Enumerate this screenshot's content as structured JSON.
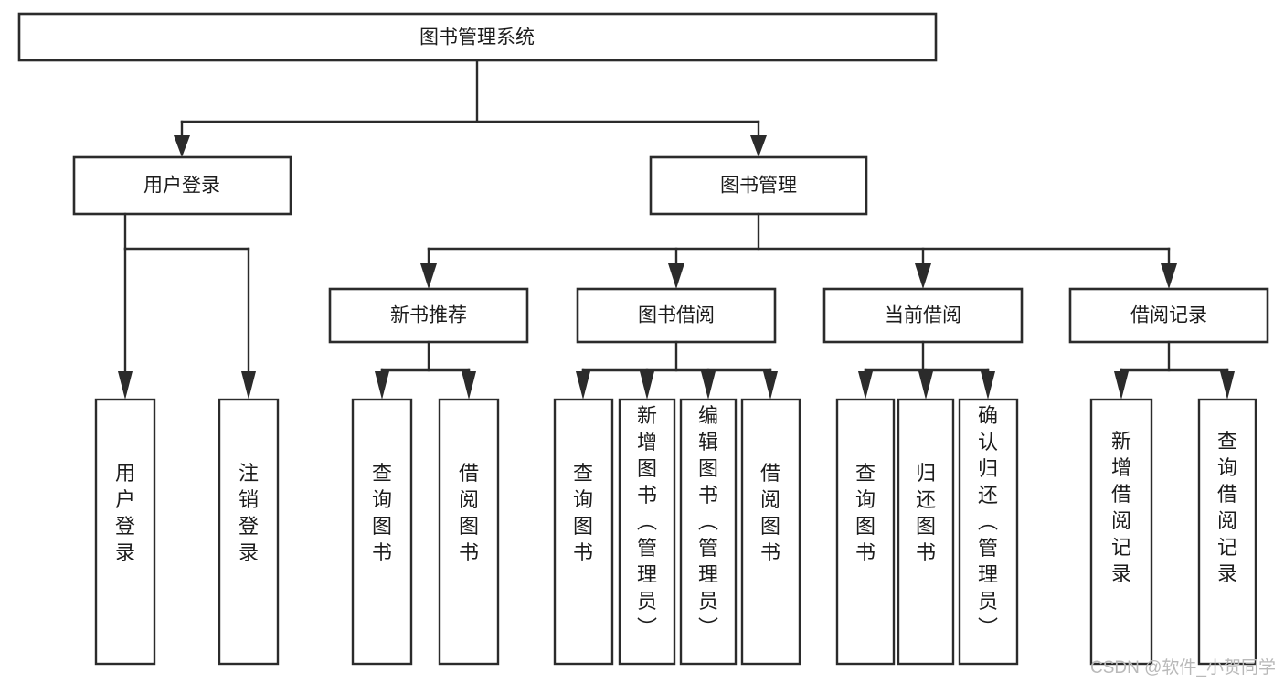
{
  "diagram": {
    "type": "tree",
    "title": "图书管理系统",
    "orientation": "top-down",
    "watermark": "CSDN @软件_小贺同学",
    "colors": {
      "stroke": "#2b2b2b",
      "fill": "#ffffff",
      "text": "#1c1c1c",
      "watermark": "#b9b9b9",
      "background": "#ffffff"
    },
    "root": {
      "label": "图书管理系统",
      "level": 0
    },
    "level1": [
      {
        "id": "user-login",
        "label": "用户登录"
      },
      {
        "id": "book-manage",
        "label": "图书管理"
      }
    ],
    "level2": [
      {
        "id": "new-book-recommend",
        "label": "新书推荐",
        "parent": "book-manage"
      },
      {
        "id": "book-borrow",
        "label": "图书借阅",
        "parent": "book-manage"
      },
      {
        "id": "current-borrow",
        "label": "当前借阅",
        "parent": "book-manage"
      },
      {
        "id": "borrow-record",
        "label": "借阅记录",
        "parent": "book-manage"
      }
    ],
    "leaves": {
      "user-login": [
        {
          "id": "leaf-user-login",
          "label": "用户登录"
        },
        {
          "id": "leaf-user-logout",
          "label": "注销登录"
        }
      ],
      "new-book-recommend": [
        {
          "id": "leaf-query-book-1",
          "label": "查询图书"
        },
        {
          "id": "leaf-borrow-book-1",
          "label": "借阅图书"
        }
      ],
      "book-borrow": [
        {
          "id": "leaf-query-book-2",
          "label": "查询图书"
        },
        {
          "id": "leaf-add-book",
          "label": "新增图书（管理员）"
        },
        {
          "id": "leaf-edit-book",
          "label": "编辑图书（管理员）"
        },
        {
          "id": "leaf-borrow-book-2",
          "label": "借阅图书"
        }
      ],
      "current-borrow": [
        {
          "id": "leaf-query-book-3",
          "label": "查询图书"
        },
        {
          "id": "leaf-return-book",
          "label": "归还图书"
        },
        {
          "id": "leaf-confirm-return",
          "label": "确认归还（管理员）"
        }
      ],
      "borrow-record": [
        {
          "id": "leaf-add-record",
          "label": "新增借阅记录"
        },
        {
          "id": "leaf-query-record",
          "label": "查询借阅记录"
        }
      ]
    }
  }
}
